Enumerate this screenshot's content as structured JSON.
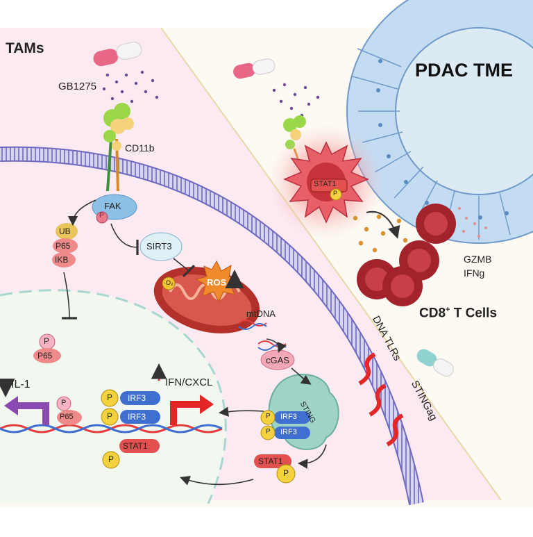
{
  "titles": {
    "tams": "TAMs",
    "pdac_tme": "PDAC TME",
    "cd8_main": "CD8",
    "cd8_sup": "+",
    "cd8_rest": " T Cells"
  },
  "drug": {
    "name": "GB1275"
  },
  "receptor": {
    "name": "CD11b"
  },
  "kinase": {
    "name": "FAK",
    "phospho": "P"
  },
  "nfkb": {
    "ub": "UB",
    "p65": "P65",
    "ikb": "IKB"
  },
  "nuclear_p65": {
    "phospho": "P",
    "name": "P65"
  },
  "sirt3": {
    "name": "SIRT3"
  },
  "mito": {
    "ros": "ROS",
    "o2": "·O₂"
  },
  "mtdna": {
    "label": "mtDNA"
  },
  "cgas": {
    "name": "cGAS"
  },
  "sting": {
    "name": "STING"
  },
  "stimuli": {
    "dna_tlrs": "DNA TLRs",
    "stingag": "STINGag"
  },
  "tam_cell": {
    "stat1": "STAT1",
    "phospho": "P"
  },
  "effector": {
    "gzmb": "GZMB",
    "ifng": "IFNg"
  },
  "nucleus": {
    "il1": "IL-1",
    "ifn_cxcl": "IFN/CXCL",
    "irf3": "IRF3",
    "stat1": "STAT1",
    "phospho": "P",
    "p65": "P65"
  },
  "cyto_complex": {
    "irf3": "IRF3",
    "phospho": "P",
    "stat1": "STAT1"
  },
  "colors": {
    "tam_bg": "#fbeaf1",
    "tme_bg": "#fdf9f3",
    "nucleus_bg": "#f2f7ef",
    "membrane": "#7d77c4",
    "irf3": "#3f6fd1",
    "stat1": "#e2504f",
    "phospho": "#f4d23e",
    "arrow_red": "#e32626",
    "il1_arrow": "#8a4bb0",
    "tcell": "#a3232c",
    "epithelium": "#c4dcf2"
  }
}
